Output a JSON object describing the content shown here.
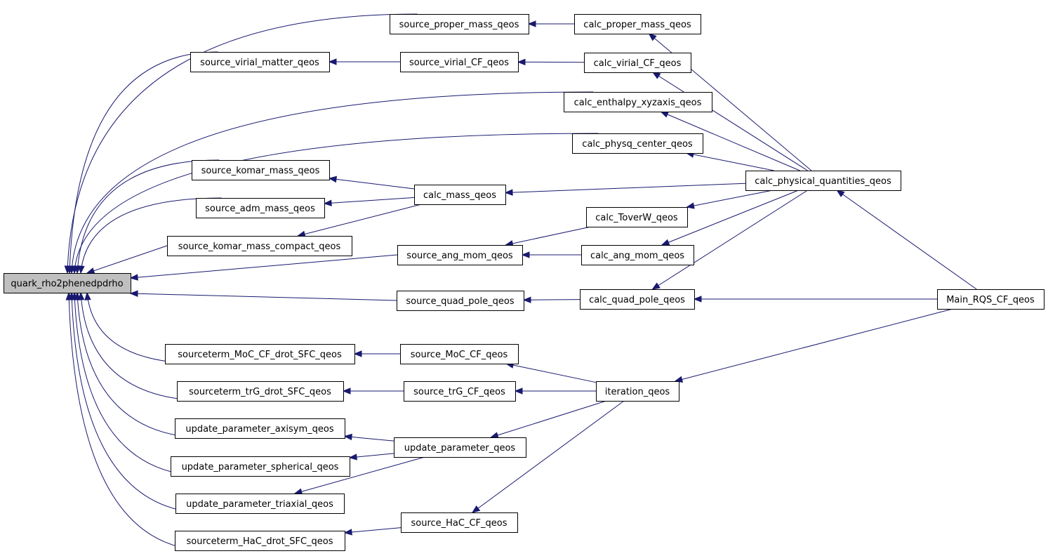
{
  "graph": {
    "colors": {
      "edge": "#191970",
      "root_fill": "#bfbfbf",
      "node_fill": "#ffffff",
      "border": "#000000"
    },
    "root": "quark_rho2phenedpdrho",
    "nodes": [
      {
        "id": "quark_rho2phenedpdrho",
        "label": "quark_rho2phenedpdrho"
      },
      {
        "id": "source_proper_mass_qeos",
        "label": "source_proper_mass_qeos"
      },
      {
        "id": "calc_proper_mass_qeos",
        "label": "calc_proper_mass_qeos"
      },
      {
        "id": "source_virial_matter_qeos",
        "label": "source_virial_matter_qeos"
      },
      {
        "id": "source_virial_CF_qeos",
        "label": "source_virial_CF_qeos"
      },
      {
        "id": "calc_virial_CF_qeos",
        "label": "calc_virial_CF_qeos"
      },
      {
        "id": "calc_enthalpy_xyzaxis_qeos",
        "label": "calc_enthalpy_xyzaxis_qeos"
      },
      {
        "id": "calc_physq_center_qeos",
        "label": "calc_physq_center_qeos"
      },
      {
        "id": "source_komar_mass_qeos",
        "label": "source_komar_mass_qeos"
      },
      {
        "id": "source_adm_mass_qeos",
        "label": "source_adm_mass_qeos"
      },
      {
        "id": "calc_mass_qeos",
        "label": "calc_mass_qeos"
      },
      {
        "id": "calc_physical_quantities_qeos",
        "label": "calc_physical_quantities_qeos"
      },
      {
        "id": "source_komar_mass_compact_qeos",
        "label": "source_komar_mass_compact_qeos"
      },
      {
        "id": "calc_ToverW_qeos",
        "label": "calc_ToverW_qeos"
      },
      {
        "id": "source_ang_mom_qeos",
        "label": "source_ang_mom_qeos"
      },
      {
        "id": "calc_ang_mom_qeos",
        "label": "calc_ang_mom_qeos"
      },
      {
        "id": "source_quad_pole_qeos",
        "label": "source_quad_pole_qeos"
      },
      {
        "id": "calc_quad_pole_qeos",
        "label": "calc_quad_pole_qeos"
      },
      {
        "id": "Main_RQS_CF_qeos",
        "label": "Main_RQS_CF_qeos"
      },
      {
        "id": "sourceterm_MoC_CF_drot_SFC_qeos",
        "label": "sourceterm_MoC_CF_drot_SFC_qeos"
      },
      {
        "id": "source_MoC_CF_qeos",
        "label": "source_MoC_CF_qeos"
      },
      {
        "id": "sourceterm_trG_drot_SFC_qeos",
        "label": "sourceterm_trG_drot_SFC_qeos"
      },
      {
        "id": "source_trG_CF_qeos",
        "label": "source_trG_CF_qeos"
      },
      {
        "id": "iteration_qeos",
        "label": "iteration_qeos"
      },
      {
        "id": "update_parameter_axisym_qeos",
        "label": "update_parameter_axisym_qeos"
      },
      {
        "id": "update_parameter_qeos",
        "label": "update_parameter_qeos"
      },
      {
        "id": "update_parameter_spherical_qeos",
        "label": "update_parameter_spherical_qeos"
      },
      {
        "id": "update_parameter_triaxial_qeos",
        "label": "update_parameter_triaxial_qeos"
      },
      {
        "id": "source_HaC_CF_qeos",
        "label": "source_HaC_CF_qeos"
      },
      {
        "id": "sourceterm_HaC_drot_SFC_qeos",
        "label": "sourceterm_HaC_drot_SFC_qeos"
      }
    ],
    "edges": [
      {
        "from": "source_proper_mass_qeos",
        "to": "quark_rho2phenedpdrho"
      },
      {
        "from": "source_virial_matter_qeos",
        "to": "quark_rho2phenedpdrho"
      },
      {
        "from": "calc_enthalpy_xyzaxis_qeos",
        "to": "quark_rho2phenedpdrho"
      },
      {
        "from": "calc_physq_center_qeos",
        "to": "quark_rho2phenedpdrho"
      },
      {
        "from": "source_komar_mass_qeos",
        "to": "quark_rho2phenedpdrho"
      },
      {
        "from": "source_adm_mass_qeos",
        "to": "quark_rho2phenedpdrho"
      },
      {
        "from": "source_komar_mass_compact_qeos",
        "to": "quark_rho2phenedpdrho"
      },
      {
        "from": "source_ang_mom_qeos",
        "to": "quark_rho2phenedpdrho"
      },
      {
        "from": "source_quad_pole_qeos",
        "to": "quark_rho2phenedpdrho"
      },
      {
        "from": "sourceterm_MoC_CF_drot_SFC_qeos",
        "to": "quark_rho2phenedpdrho"
      },
      {
        "from": "sourceterm_trG_drot_SFC_qeos",
        "to": "quark_rho2phenedpdrho"
      },
      {
        "from": "update_parameter_axisym_qeos",
        "to": "quark_rho2phenedpdrho"
      },
      {
        "from": "update_parameter_spherical_qeos",
        "to": "quark_rho2phenedpdrho"
      },
      {
        "from": "update_parameter_triaxial_qeos",
        "to": "quark_rho2phenedpdrho"
      },
      {
        "from": "sourceterm_HaC_drot_SFC_qeos",
        "to": "quark_rho2phenedpdrho"
      },
      {
        "from": "calc_proper_mass_qeos",
        "to": "source_proper_mass_qeos"
      },
      {
        "from": "source_virial_CF_qeos",
        "to": "source_virial_matter_qeos"
      },
      {
        "from": "calc_virial_CF_qeos",
        "to": "source_virial_CF_qeos"
      },
      {
        "from": "calc_mass_qeos",
        "to": "source_komar_mass_qeos"
      },
      {
        "from": "calc_mass_qeos",
        "to": "source_adm_mass_qeos"
      },
      {
        "from": "calc_mass_qeos",
        "to": "source_komar_mass_compact_qeos"
      },
      {
        "from": "calc_ToverW_qeos",
        "to": "source_ang_mom_qeos"
      },
      {
        "from": "calc_ang_mom_qeos",
        "to": "source_ang_mom_qeos"
      },
      {
        "from": "calc_quad_pole_qeos",
        "to": "source_quad_pole_qeos"
      },
      {
        "from": "source_MoC_CF_qeos",
        "to": "sourceterm_MoC_CF_drot_SFC_qeos"
      },
      {
        "from": "source_trG_CF_qeos",
        "to": "sourceterm_trG_drot_SFC_qeos"
      },
      {
        "from": "update_parameter_qeos",
        "to": "update_parameter_axisym_qeos"
      },
      {
        "from": "update_parameter_qeos",
        "to": "update_parameter_spherical_qeos"
      },
      {
        "from": "update_parameter_qeos",
        "to": "update_parameter_triaxial_qeos"
      },
      {
        "from": "source_HaC_CF_qeos",
        "to": "sourceterm_HaC_drot_SFC_qeos"
      },
      {
        "from": "calc_physical_quantities_qeos",
        "to": "calc_proper_mass_qeos"
      },
      {
        "from": "calc_physical_quantities_qeos",
        "to": "calc_virial_CF_qeos"
      },
      {
        "from": "calc_physical_quantities_qeos",
        "to": "calc_enthalpy_xyzaxis_qeos"
      },
      {
        "from": "calc_physical_quantities_qeos",
        "to": "calc_physq_center_qeos"
      },
      {
        "from": "calc_physical_quantities_qeos",
        "to": "calc_mass_qeos"
      },
      {
        "from": "calc_physical_quantities_qeos",
        "to": "calc_ToverW_qeos"
      },
      {
        "from": "calc_physical_quantities_qeos",
        "to": "calc_ang_mom_qeos"
      },
      {
        "from": "calc_physical_quantities_qeos",
        "to": "calc_quad_pole_qeos"
      },
      {
        "from": "Main_RQS_CF_qeos",
        "to": "calc_physical_quantities_qeos"
      },
      {
        "from": "Main_RQS_CF_qeos",
        "to": "calc_quad_pole_qeos"
      },
      {
        "from": "Main_RQS_CF_qeos",
        "to": "iteration_qeos"
      },
      {
        "from": "iteration_qeos",
        "to": "source_MoC_CF_qeos"
      },
      {
        "from": "iteration_qeos",
        "to": "source_trG_CF_qeos"
      },
      {
        "from": "iteration_qeos",
        "to": "update_parameter_qeos"
      },
      {
        "from": "iteration_qeos",
        "to": "source_HaC_CF_qeos"
      }
    ]
  }
}
